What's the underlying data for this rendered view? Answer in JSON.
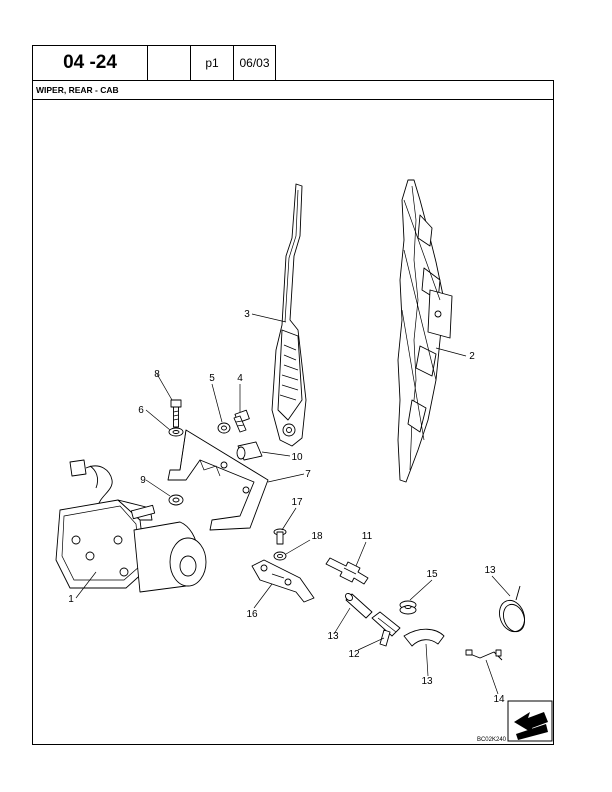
{
  "header": {
    "code": "04 -24",
    "blank": "",
    "page": "p1",
    "date": "06/03"
  },
  "title": "WIPER, REAR - CAB",
  "callouts": [
    {
      "id": "c1",
      "label": "1"
    },
    {
      "id": "c2",
      "label": "2"
    },
    {
      "id": "c3",
      "label": "3"
    },
    {
      "id": "c4",
      "label": "4"
    },
    {
      "id": "c5",
      "label": "5"
    },
    {
      "id": "c6",
      "label": "6"
    },
    {
      "id": "c7",
      "label": "7"
    },
    {
      "id": "c8",
      "label": "8"
    },
    {
      "id": "c9",
      "label": "9"
    },
    {
      "id": "c10",
      "label": "10"
    },
    {
      "id": "c11",
      "label": "11"
    },
    {
      "id": "c12",
      "label": "12"
    },
    {
      "id": "c13a",
      "label": "13"
    },
    {
      "id": "c13b",
      "label": "13"
    },
    {
      "id": "c13c",
      "label": "13"
    },
    {
      "id": "c14",
      "label": "14"
    },
    {
      "id": "c15",
      "label": "15"
    },
    {
      "id": "c16",
      "label": "16"
    },
    {
      "id": "c17",
      "label": "17"
    },
    {
      "id": "c18",
      "label": "18"
    }
  ],
  "figure_ref": "BC02K240",
  "icons": {
    "nav": "next-page-arrow-icon"
  }
}
